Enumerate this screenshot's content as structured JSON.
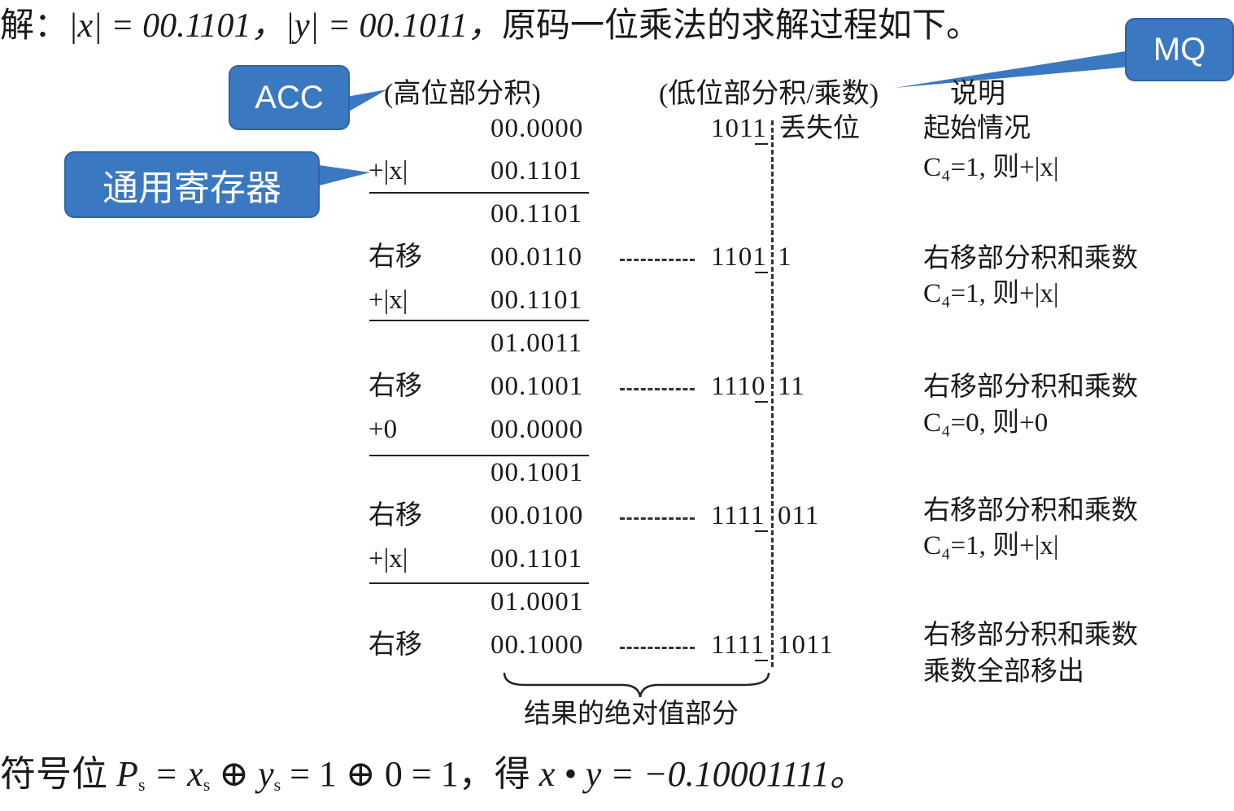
{
  "header": {
    "prefix": "解：",
    "x_expr": "|x| = 00.1101，",
    "y_expr": "|y| = 00.1011，",
    "desc": "原码一位乘法的求解过程如下。"
  },
  "callouts": {
    "mq": "MQ",
    "acc": "ACC",
    "general_register": "通用寄存器"
  },
  "column_headers": {
    "high": "(高位部分积)",
    "low": "(低位部分积/乘数)",
    "note": "说明"
  },
  "lost_bit_label": "丢失位",
  "rows": [
    {
      "op": "",
      "acc": "00.0000",
      "mq_main": "1011",
      "mq_lost": "",
      "note": "起始情况"
    },
    {
      "op": "+|x|",
      "acc": "00.1101",
      "mq_main": "",
      "mq_lost": "",
      "note": "C₄=1, 则+|x|"
    },
    {
      "op": "",
      "acc": "00.1101",
      "mq_main": "",
      "mq_lost": "",
      "note": ""
    },
    {
      "op": "右移",
      "acc": "00.0110",
      "mq_main": "1101",
      "mq_lost": "1",
      "note": "右移部分积和乘数"
    },
    {
      "op": "+|x|",
      "acc": "00.1101",
      "mq_main": "",
      "mq_lost": "",
      "note": "C₄=1, 则+|x|"
    },
    {
      "op": "",
      "acc": "01.0011",
      "mq_main": "",
      "mq_lost": "",
      "note": ""
    },
    {
      "op": "右移",
      "acc": "00.1001",
      "mq_main": "1110",
      "mq_lost": "11",
      "note": "右移部分积和乘数"
    },
    {
      "op": "+0",
      "acc": "00.0000",
      "mq_main": "",
      "mq_lost": "",
      "note": "C₄=0, 则+0"
    },
    {
      "op": "",
      "acc": "00.1001",
      "mq_main": "",
      "mq_lost": "",
      "note": ""
    },
    {
      "op": "右移",
      "acc": "00.0100",
      "mq_main": "1111",
      "mq_lost": "011",
      "note": "右移部分积和乘数"
    },
    {
      "op": "+|x|",
      "acc": "00.1101",
      "mq_main": "",
      "mq_lost": "",
      "note": "C₄=1, 则+|x|"
    },
    {
      "op": "",
      "acc": "01.0001",
      "mq_main": "",
      "mq_lost": "",
      "note": ""
    },
    {
      "op": "右移",
      "acc": "00.1000",
      "mq_main": "1111",
      "mq_lost": "1011",
      "note": "右移部分积和乘数"
    },
    {
      "op": "",
      "acc": "",
      "mq_main": "",
      "mq_lost": "",
      "note": "乘数全部移出"
    }
  ],
  "result_label": "结果的绝对值部分",
  "footer": {
    "text_a": "符号位",
    "sign_expr_1": "P",
    "sign_sub_1": "s",
    "sign_expr_2": " = x",
    "sign_sub_2": "s",
    "sign_expr_3": " ⊕ y",
    "sign_sub_3": "s",
    "sign_expr_4": " = 1 ⊕ 0 = 1，得 ",
    "product": "x • y = −0.10001111。"
  }
}
